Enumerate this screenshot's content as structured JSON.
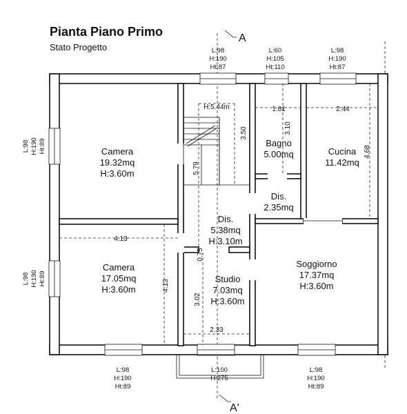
{
  "header": {
    "title": "Pianta Piano Primo",
    "subtitle": "Stato Progetto"
  },
  "sections": {
    "top": "A",
    "bottom": "A'"
  },
  "rooms": {
    "camera1": {
      "name": "Camera",
      "area": "19.32mq",
      "height": "H:3.60m"
    },
    "camera2": {
      "name": "Camera",
      "area": "17.05mq",
      "height": "H:3.60m"
    },
    "bagno": {
      "name": "Bagno",
      "area": "5.00mq"
    },
    "cucina": {
      "name": "Cucina",
      "area": "11.42mq"
    },
    "dis_small": {
      "name": "Dis.",
      "area": "2.35mq"
    },
    "dis_main": {
      "name": "Dis.",
      "area": "5.38mq",
      "height": "H:3.10m"
    },
    "studio": {
      "name": "Studio",
      "area": "7.03mq",
      "height": "H:3.60m"
    },
    "soggiorno": {
      "name": "Soggiorno",
      "area": "17.37mq",
      "height": "H:3.60m"
    }
  },
  "windows": {
    "top_left": {
      "l": "L:98",
      "h": "H:190",
      "ht": "Ht:87"
    },
    "top_bagno": {
      "l": "L:60",
      "h": "H:105",
      "ht": "Ht:110"
    },
    "top_cucina": {
      "l": "L:98",
      "h": "H:190",
      "ht": "Ht:87"
    },
    "left_upper": {
      "l": "L:98",
      "h": "H:190",
      "ht": "Ht:89"
    },
    "left_lower": {
      "l": "L:98",
      "h": "H:190",
      "ht": "Ht:89"
    },
    "bottom_camera": {
      "l": "L:98",
      "h": "H:190",
      "ht": "Ht:89"
    },
    "bottom_studio": {
      "l": "L:100",
      "h": "H:275"
    },
    "bottom_soggiorno": {
      "l": "L:98",
      "h": "H:190",
      "ht": "Ht:89"
    }
  },
  "dimensions": {
    "stair_height": "H:5.44m",
    "bagno_width": "1.61",
    "cucina_width": "2.44",
    "bagno_depth": "3.10",
    "stair_length": "3.50",
    "cucina_depth": "4.68",
    "stair_width": "5.79",
    "camera2_width": "4.13",
    "camera2_depth": "4.13",
    "dis_depth": "0.75",
    "studio_depth": "3.02",
    "studio_width": "2.33"
  }
}
